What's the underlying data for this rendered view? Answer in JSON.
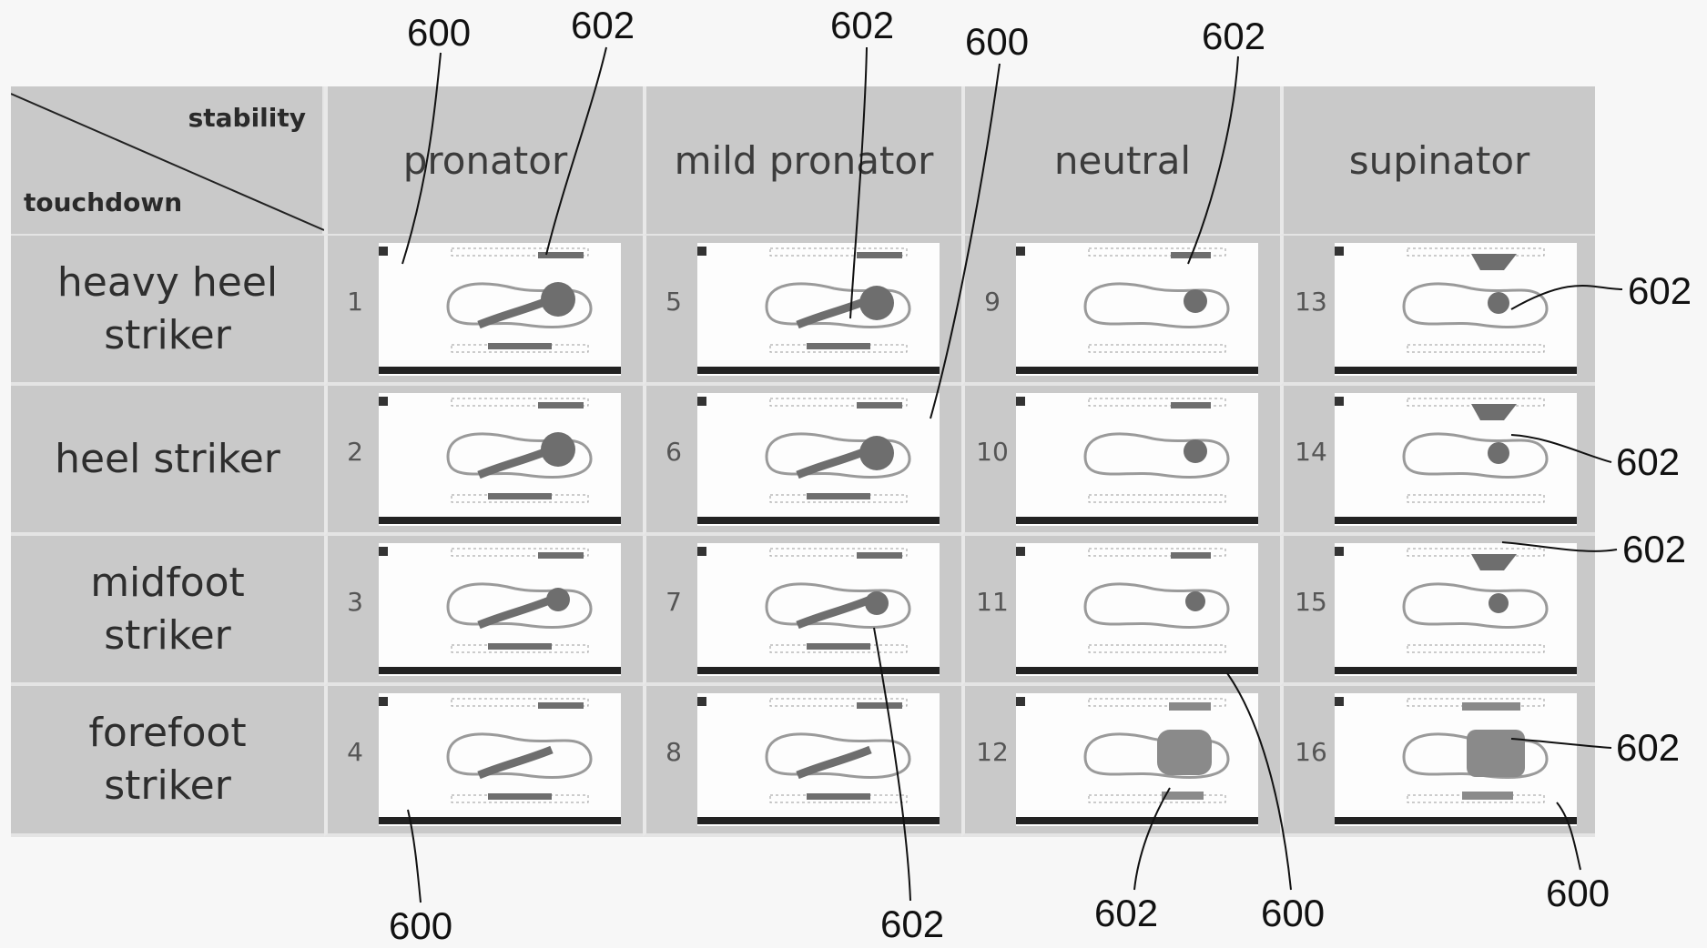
{
  "corner": {
    "top_label": "stability",
    "bottom_label": "touchdown"
  },
  "columns": [
    "pronator",
    "mild pronator",
    "neutral",
    "supinator"
  ],
  "rows": [
    "heavy heel\nstriker",
    "heel striker",
    "midfoot\nstriker",
    "forefoot\nstriker"
  ],
  "cells": [
    [
      {
        "num": "1",
        "pattern": "pronator-heel"
      },
      {
        "num": "5",
        "pattern": "pronator-heel-mild"
      },
      {
        "num": "9",
        "pattern": "neutral-heel"
      },
      {
        "num": "13",
        "pattern": "supinator-heel"
      }
    ],
    [
      {
        "num": "2",
        "pattern": "pronator-heel"
      },
      {
        "num": "6",
        "pattern": "pronator-heel-mild"
      },
      {
        "num": "10",
        "pattern": "neutral-heel"
      },
      {
        "num": "14",
        "pattern": "supinator-heel"
      }
    ],
    [
      {
        "num": "3",
        "pattern": "pronator-mid"
      },
      {
        "num": "7",
        "pattern": "pronator-mid-mild"
      },
      {
        "num": "11",
        "pattern": "neutral-mid"
      },
      {
        "num": "15",
        "pattern": "supinator-mid"
      }
    ],
    [
      {
        "num": "4",
        "pattern": "pronator-fore"
      },
      {
        "num": "8",
        "pattern": "pronator-fore-mild"
      },
      {
        "num": "12",
        "pattern": "neutral-fore"
      },
      {
        "num": "16",
        "pattern": "supinator-fore"
      }
    ]
  ],
  "reference_numerals": [
    "600",
    "602",
    "602",
    "600",
    "602",
    "602",
    "602",
    "602",
    "602",
    "600",
    "602",
    "600",
    "602",
    "600"
  ],
  "colors": {
    "grid": "#c9c9c9",
    "panel": "#fdfdfd",
    "zone": "#6e6e6e",
    "outline": "#9a9a9a"
  }
}
